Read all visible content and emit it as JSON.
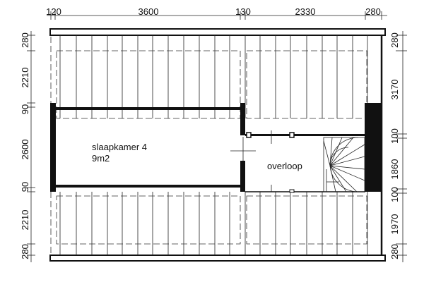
{
  "dimensions": {
    "top": [
      "120",
      "3600",
      "130",
      "2330",
      "280"
    ],
    "left": [
      "280",
      "2210",
      "90",
      "2600",
      "90",
      "2210",
      "280"
    ],
    "right": [
      "280",
      "3170",
      "100",
      "1860",
      "100",
      "1970",
      "280"
    ]
  },
  "rooms": {
    "bedroom_name": "slaapkamer 4",
    "bedroom_area": "9m2",
    "landing_name": "overloop"
  }
}
